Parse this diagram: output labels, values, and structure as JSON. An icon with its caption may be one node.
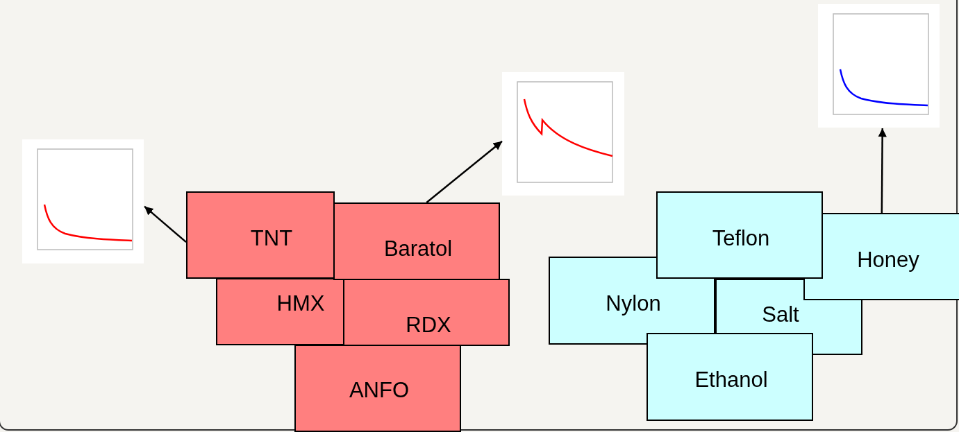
{
  "diagram": {
    "nodes": [
      {
        "text": [
          "TNT"
        ]
      },
      {
        "text": [
          "Baratol"
        ]
      },
      {
        "text": [
          "HMX"
        ]
      },
      {
        "text": [
          "RDX"
        ]
      },
      {
        "text": [
          "ANFO"
        ]
      },
      {
        "text": [
          "Teflon"
        ]
      },
      {
        "text": [
          "Nylon"
        ]
      },
      {
        "text": [
          "Salt"
        ]
      },
      {
        "text": [
          "Honey"
        ]
      },
      {
        "text": [
          "Ethanol"
        ]
      },
      {
        "text": [],
        "shape": "picture"
      },
      {
        "text": [],
        "shape": "picture"
      },
      {
        "text": [],
        "shape": "picture"
      }
    ],
    "edges": [
      {
        "from": 0,
        "to": 10,
        "arrow": "to"
      },
      {
        "from": 1,
        "to": 11,
        "arrow": "to"
      },
      {
        "from": 8,
        "to": 12,
        "arrow": "to"
      }
    ]
  }
}
